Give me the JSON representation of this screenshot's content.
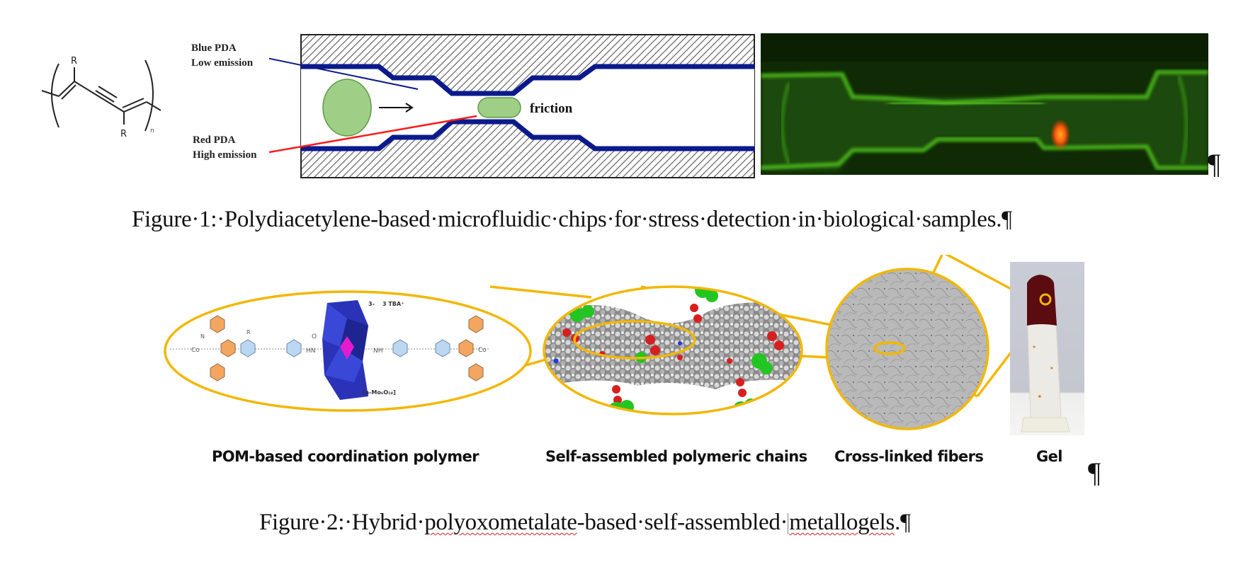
{
  "figure1": {
    "structure": {
      "substituent_top": "R",
      "substituent_bottom": "R",
      "repeat_subscript": "n"
    },
    "schematic": {
      "blue_label_line1": "Blue PDA",
      "blue_label_line2": "Low emission",
      "red_label_line1": "Red PDA",
      "red_label_line2": "High emission",
      "friction_label": "friction",
      "colors": {
        "blue_pda": "#0a1a8c",
        "red_pda": "#ff1a1a",
        "cell": "#9fcf86"
      }
    },
    "micrograph": {
      "colors": {
        "background": "#0f2a04",
        "fluorescence": "#4fc21e",
        "hotspot": "#ff6a10"
      }
    },
    "end_mark": "¶",
    "caption": "Figure·1:·Polydiacetylene-based·microfluidic·chips·for·stress·detection·in·biological·samples.¶"
  },
  "figure2": {
    "panels": [
      {
        "label": "POM-based coordination polymer"
      },
      {
        "label": "Self-assembled polymeric chains"
      },
      {
        "label": "Cross-linked fibers"
      },
      {
        "label": "Gel"
      }
    ],
    "molecule": {
      "charge": "3-",
      "counterion": "3 TBA⁺",
      "cluster": "[a-Mo₆O₁₈]",
      "metal_left": "Co",
      "metal_right": "Co",
      "amide_left": "HN",
      "amide_right": "NH",
      "carbonyl": "O",
      "substituent": "R",
      "nitrogen": "N"
    },
    "end_mark": "¶",
    "caption_parts": {
      "part1": "Figure·2:·Hybrid·",
      "misspelled1": "polyoxometalate",
      "part2": "-based·self-assembled·",
      "misspelled2": "metallogels",
      "part3": ".¶"
    },
    "colors": {
      "callout": "#f2b705",
      "pom": "#2a33b8",
      "pom_center": "#e21bd0",
      "pyridine": "#f4a660",
      "benzene": "#bcd7f2"
    }
  }
}
